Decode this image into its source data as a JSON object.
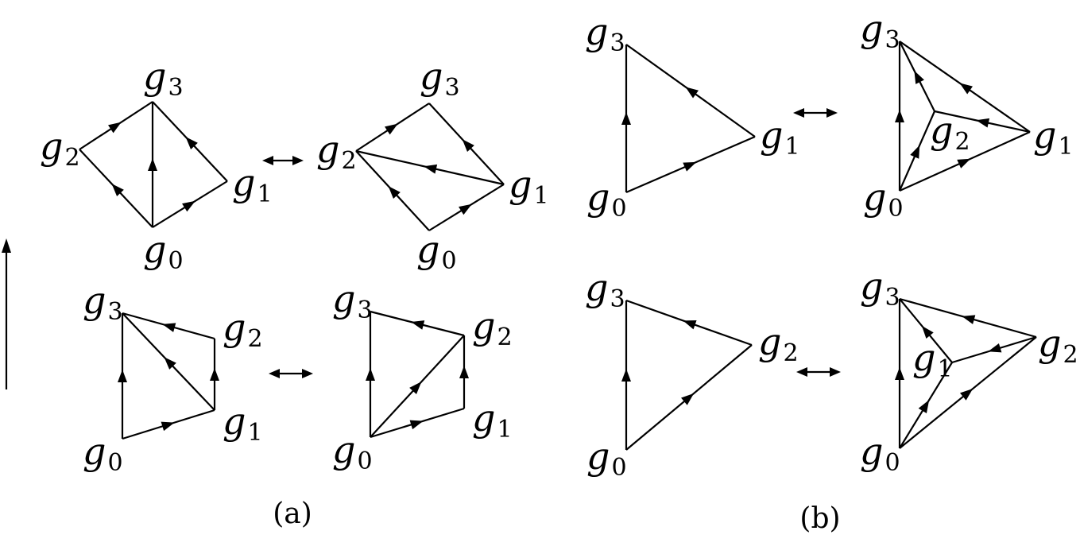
{
  "captions": {
    "a": "(a)",
    "b": "(b)"
  },
  "equivalence_symbol": "↔",
  "vertex_label": {
    "base": "g",
    "subscripts": [
      "0",
      "1",
      "2",
      "3"
    ]
  }
}
